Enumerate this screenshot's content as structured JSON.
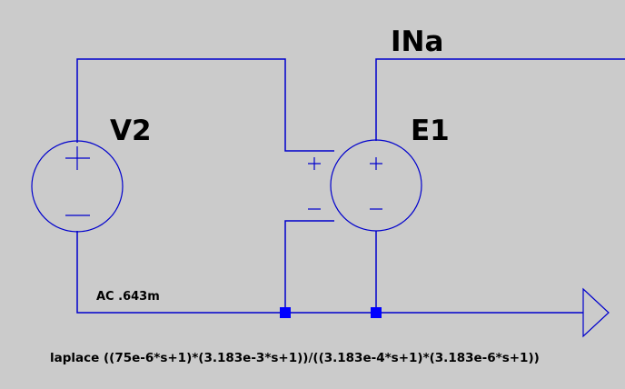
{
  "labels": {
    "source_name": "V2",
    "source_value": "AC .643m",
    "controlled_source_name": "E1",
    "net_label": "INa",
    "laplace_expression": "laplace ((75e-6*s+1)*(3.183e-3*s+1))/((3.183e-4*s+1)*(3.183e-6*s+1))"
  },
  "colors": {
    "background": "#cbcbcb",
    "wire": "#0000cc",
    "junction": "#0000ff",
    "text": "#000000"
  }
}
